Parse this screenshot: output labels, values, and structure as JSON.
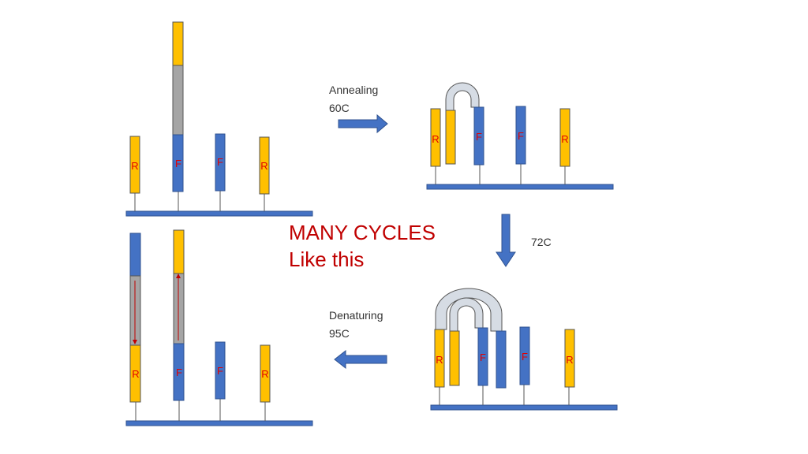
{
  "colors": {
    "primer_blue": "#4472c4",
    "primer_yellow": "#ffc000",
    "extension_gray": "#a5a5a5",
    "bridge_gray": "#d6dce4",
    "label_red": "#c00000",
    "letter_red": "#e00000"
  },
  "steps": {
    "annealing": {
      "line1": "Annealing",
      "line2": "60C"
    },
    "extension": {
      "temp": "72C"
    },
    "denaturing": {
      "line1": "Denaturing",
      "line2": "95C"
    }
  },
  "center_text": {
    "line1": "MANY CYCLES",
    "line2": "Like this"
  },
  "primer_labels": {
    "forward": "F",
    "reverse": "R"
  }
}
